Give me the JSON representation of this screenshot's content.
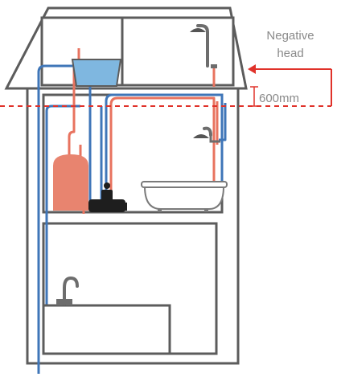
{
  "annotation": {
    "negative_head_line1": "Negative",
    "negative_head_line2": "head",
    "distance_label": "600mm"
  },
  "colors": {
    "hot": "#e8735f",
    "cold": "#3f76b8",
    "house_outline": "#5c5c5c",
    "cylinder": "#e8846f",
    "cold_tank": "#7fb7e0",
    "datum_line": "#e0322a",
    "label_text": "#8a8a8a"
  },
  "icons": [
    "shower-head-icon",
    "bath-tub-icon",
    "kitchen-tap-icon",
    "pump-icon"
  ]
}
